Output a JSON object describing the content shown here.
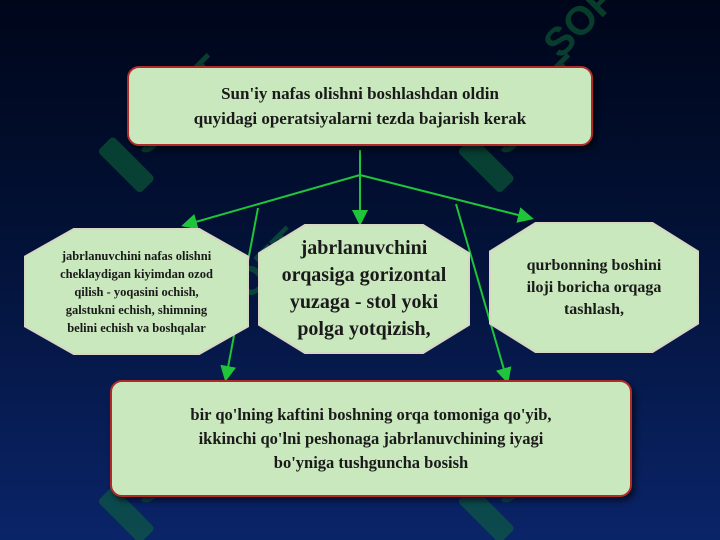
{
  "diagram": {
    "top_box": {
      "lines": [
        "Sun'iy nafas olishni boshlashdan oldin",
        "quyidagi operatsiyalarni tezda bajarish kerak"
      ]
    },
    "left_box": {
      "lines": [
        "jabrlanuvchini nafas olishni",
        "cheklaydigan kiyimdan ozod",
        "qilish - yoqasini ochish,",
        "galstukni echish, shimning",
        "belini echish va boshqalar"
      ]
    },
    "middle_box": {
      "lines": [
        "jabrlanuvchini",
        "orqasiga gorizontal",
        "yuzaga - stol yoki",
        "polga yotqizish,"
      ]
    },
    "right_box": {
      "lines": [
        "qurbonning boshini",
        "iloji boricha orqaga",
        "tashlash,"
      ]
    },
    "bottom_box": {
      "lines": [
        "bir qo'lning kaftini boshning orqa tomoniga qo'yib,",
        "ikkinchi qo'lni peshonaga jabrlanuvchining iyagi",
        "bo'yniga tushguncha bosish"
      ]
    }
  },
  "watermark": {
    "text": "SOFT",
    "color": "#0f6a3a"
  },
  "colors": {
    "box_fill": "#c9e8bd",
    "box_border": "#b02a2a",
    "connector": "#1fc43a"
  }
}
